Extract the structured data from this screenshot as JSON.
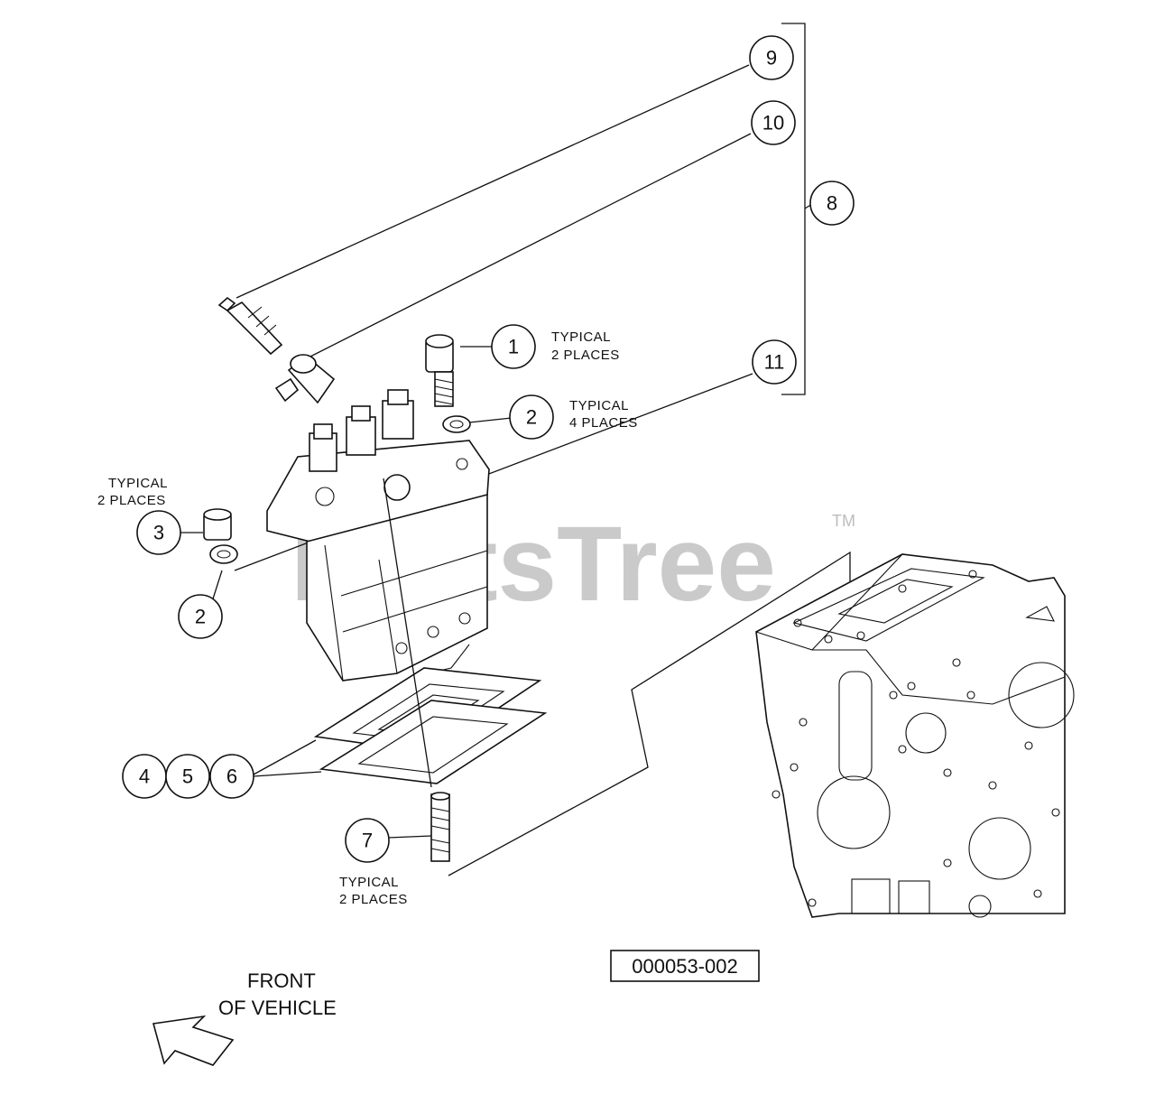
{
  "callouts": [
    {
      "id": "c9",
      "label": "9"
    },
    {
      "id": "c10",
      "label": "10"
    },
    {
      "id": "c8",
      "label": "8"
    },
    {
      "id": "c1",
      "label": "1"
    },
    {
      "id": "c11",
      "label": "11"
    },
    {
      "id": "c2a",
      "label": "2"
    },
    {
      "id": "c3",
      "label": "3"
    },
    {
      "id": "c2b",
      "label": "2"
    },
    {
      "id": "c4",
      "label": "4"
    },
    {
      "id": "c5",
      "label": "5"
    },
    {
      "id": "c6",
      "label": "6"
    },
    {
      "id": "c7",
      "label": "7"
    }
  ],
  "notes": {
    "n1_line1": "TYPICAL",
    "n1_line2": "2 PLACES",
    "n2_line1": "TYPICAL",
    "n2_line2": "4 PLACES",
    "n3_line1": "TYPICAL",
    "n3_line2": "2 PLACES",
    "n7_line1": "TYPICAL",
    "n7_line2": "2 PLACES"
  },
  "figure_number": "000053-002",
  "front_label": {
    "line1": "FRONT",
    "line2": "OF VEHICLE"
  },
  "watermark": {
    "text": "PartsTree",
    "tm": "TM"
  }
}
